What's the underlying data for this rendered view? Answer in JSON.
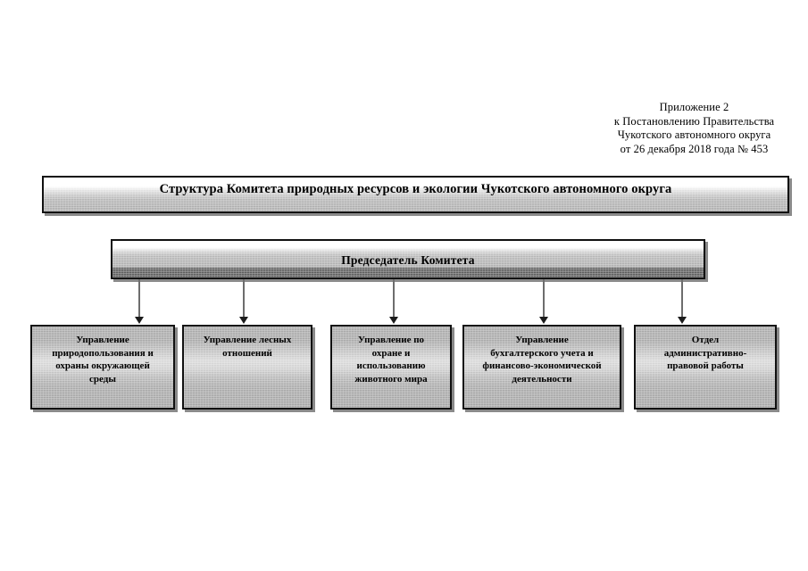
{
  "document_header": {
    "lines": [
      "Приложение 2",
      "к Постановлению Правительства",
      "Чукотского автономного округа",
      "от  26 декабря  2018 года №  453"
    ]
  },
  "title_bar": {
    "text": "Структура Комитета природных ресурсов и экологии Чукотского автономного округа"
  },
  "chairman": {
    "text": "Председатель Комитета"
  },
  "departments": [
    {
      "text": "Управление\nприродопользования и\nохраны окружающей\nсреды"
    },
    {
      "text": "Управление лесных\nотношений"
    },
    {
      "text": "Управление по\nохране и\nиспользованию\nживотного мира"
    },
    {
      "text": "Управление\nбухгалтерского учета и\nфинансово-экономической\nдеятельности"
    },
    {
      "text": "Отдел\nадминистративно-\nправовой работы"
    }
  ],
  "colors": {
    "page_background": "#ffffff",
    "box_border": "#111111",
    "box_shadow": "#8a8a8a",
    "fill_light": "#ffffff",
    "fill_mid": "#b0b0b0",
    "fill_dark": "#595959",
    "connector": "#6d6d6d",
    "arrowhead": "#1c1c1c",
    "text": "#000000"
  },
  "chart_data": {
    "type": "diagram",
    "diagram_kind": "organizational-hierarchy",
    "title": "Структура Комитета природных ресурсов и экологии Чукотского автономного округа",
    "root": "Председатель Комитета",
    "children": [
      "Управление природопользования и охраны окружающей среды",
      "Управление лесных отношений",
      "Управление по охране и использованию животного мира",
      "Управление бухгалтерского учета и финансово-экономической деятельности",
      "Отдел административно-правовой работы"
    ],
    "edge_count": 5,
    "levels": 2
  }
}
